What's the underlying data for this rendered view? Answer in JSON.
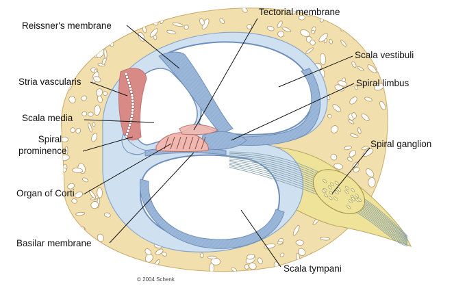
{
  "labels": {
    "tectorial_membrane": "Tectorial membrane",
    "reissners_membrane": "Reissner's membrane",
    "scala_vestibuli": "Scala vestibuli",
    "stria_vascularis": "Stria vascularis",
    "spiral_limbus": "Spiral limbus",
    "scala_media": "Scala media",
    "spiral_prominence_line1": "Spiral",
    "spiral_prominence_line2": "prominence",
    "spiral_ganglion": "Spiral ganglion",
    "organ_of_corti": "Organ of Corti",
    "basilar_membrane": "Basilar membrane",
    "scala_tympani": "Scala tympani"
  },
  "credit": "© 2004 Schenk",
  "colors": {
    "bone": "#f2dfae",
    "bone_hole_fill": "#ffffff",
    "bone_hole_stroke": "#b49460",
    "fluid_chamber": "#ffffff",
    "membrane_blue": "#9ab6d8",
    "membrane_dark": "#6f8fba",
    "membrane_light": "#cfe0f0",
    "organ_pink": "#f0b8b0",
    "nerve_yellow": "#efe39a",
    "nerve_line": "#7d9aa8",
    "stria_red": "#d88b86"
  }
}
